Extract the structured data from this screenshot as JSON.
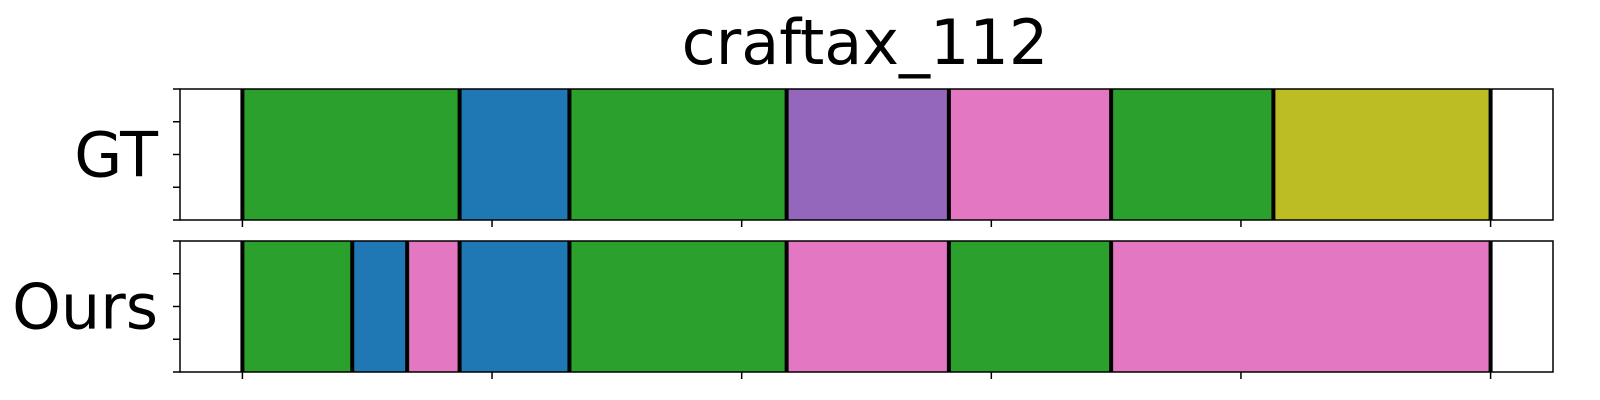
{
  "chart_data": {
    "type": "bar",
    "title": "craftax_112",
    "xlim": [
      -25,
      525
    ],
    "rows": [
      {
        "label": "GT",
        "segments": [
          {
            "start": 0,
            "end": 87,
            "color": "#2ca02c"
          },
          {
            "start": 87,
            "end": 131,
            "color": "#1f77b4"
          },
          {
            "start": 131,
            "end": 218,
            "color": "#2ca02c"
          },
          {
            "start": 218,
            "end": 283,
            "color": "#9467bd"
          },
          {
            "start": 283,
            "end": 348,
            "color": "#e377c2"
          },
          {
            "start": 348,
            "end": 413,
            "color": "#2ca02c"
          },
          {
            "start": 413,
            "end": 500,
            "color": "#bcbd22"
          }
        ]
      },
      {
        "label": "Ours",
        "segments": [
          {
            "start": 0,
            "end": 44,
            "color": "#2ca02c"
          },
          {
            "start": 44,
            "end": 66,
            "color": "#1f77b4"
          },
          {
            "start": 66,
            "end": 87,
            "color": "#e377c2"
          },
          {
            "start": 87,
            "end": 131,
            "color": "#1f77b4"
          },
          {
            "start": 131,
            "end": 218,
            "color": "#2ca02c"
          },
          {
            "start": 218,
            "end": 283,
            "color": "#e377c2"
          },
          {
            "start": 283,
            "end": 348,
            "color": "#2ca02c"
          },
          {
            "start": 348,
            "end": 500,
            "color": "#e377c2"
          }
        ]
      }
    ],
    "x_ticks": [
      0,
      100,
      200,
      300,
      400,
      500
    ],
    "y_ticks_per_row": 5,
    "boundary_color": "#000000",
    "grid": false
  }
}
